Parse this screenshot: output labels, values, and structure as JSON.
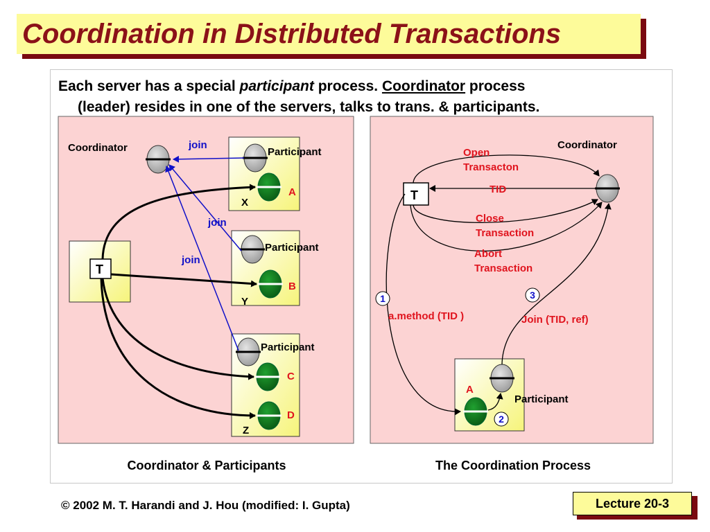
{
  "title": "Coordination in Distributed Transactions",
  "intro": {
    "t1": "Each server has a special ",
    "t2": "participant",
    "t3": " process. ",
    "t4": "Coordinator",
    "t5": " process",
    "line2": "(leader)  resides in one of the servers, talks to trans. & participants."
  },
  "left": {
    "coordinator": "Coordinator",
    "join": "join",
    "participant": "Participant",
    "t": "T",
    "a": "A",
    "b": "B",
    "c": "C",
    "d": "D",
    "x": "X",
    "y": "Y",
    "z": "Z",
    "caption": "Coordinator & Participants"
  },
  "right": {
    "coordinator": "Coordinator",
    "open1": "Open",
    "open2": "Transacton",
    "tid": "TID",
    "close1": "Close",
    "close2": "Transaction",
    "abort1": "Abort",
    "abort2": "Transaction",
    "t": "T",
    "n1": "1",
    "n2": "2",
    "n3": "3",
    "method": "a.method (TID )",
    "join": "Join (TID, ref)",
    "a": "A",
    "participant": "Participant",
    "caption": "The Coordination Process"
  },
  "footer": "© 2002 M. T. Harandi and J. Hou (modified: I. Gupta)",
  "lecture": "Lecture 20-3",
  "colors": {
    "title_bg": "#fdfb9a",
    "title_text": "#8b1118",
    "panel": "#fcd3d3",
    "join": "#1010c8",
    "red": "#e0141e"
  }
}
